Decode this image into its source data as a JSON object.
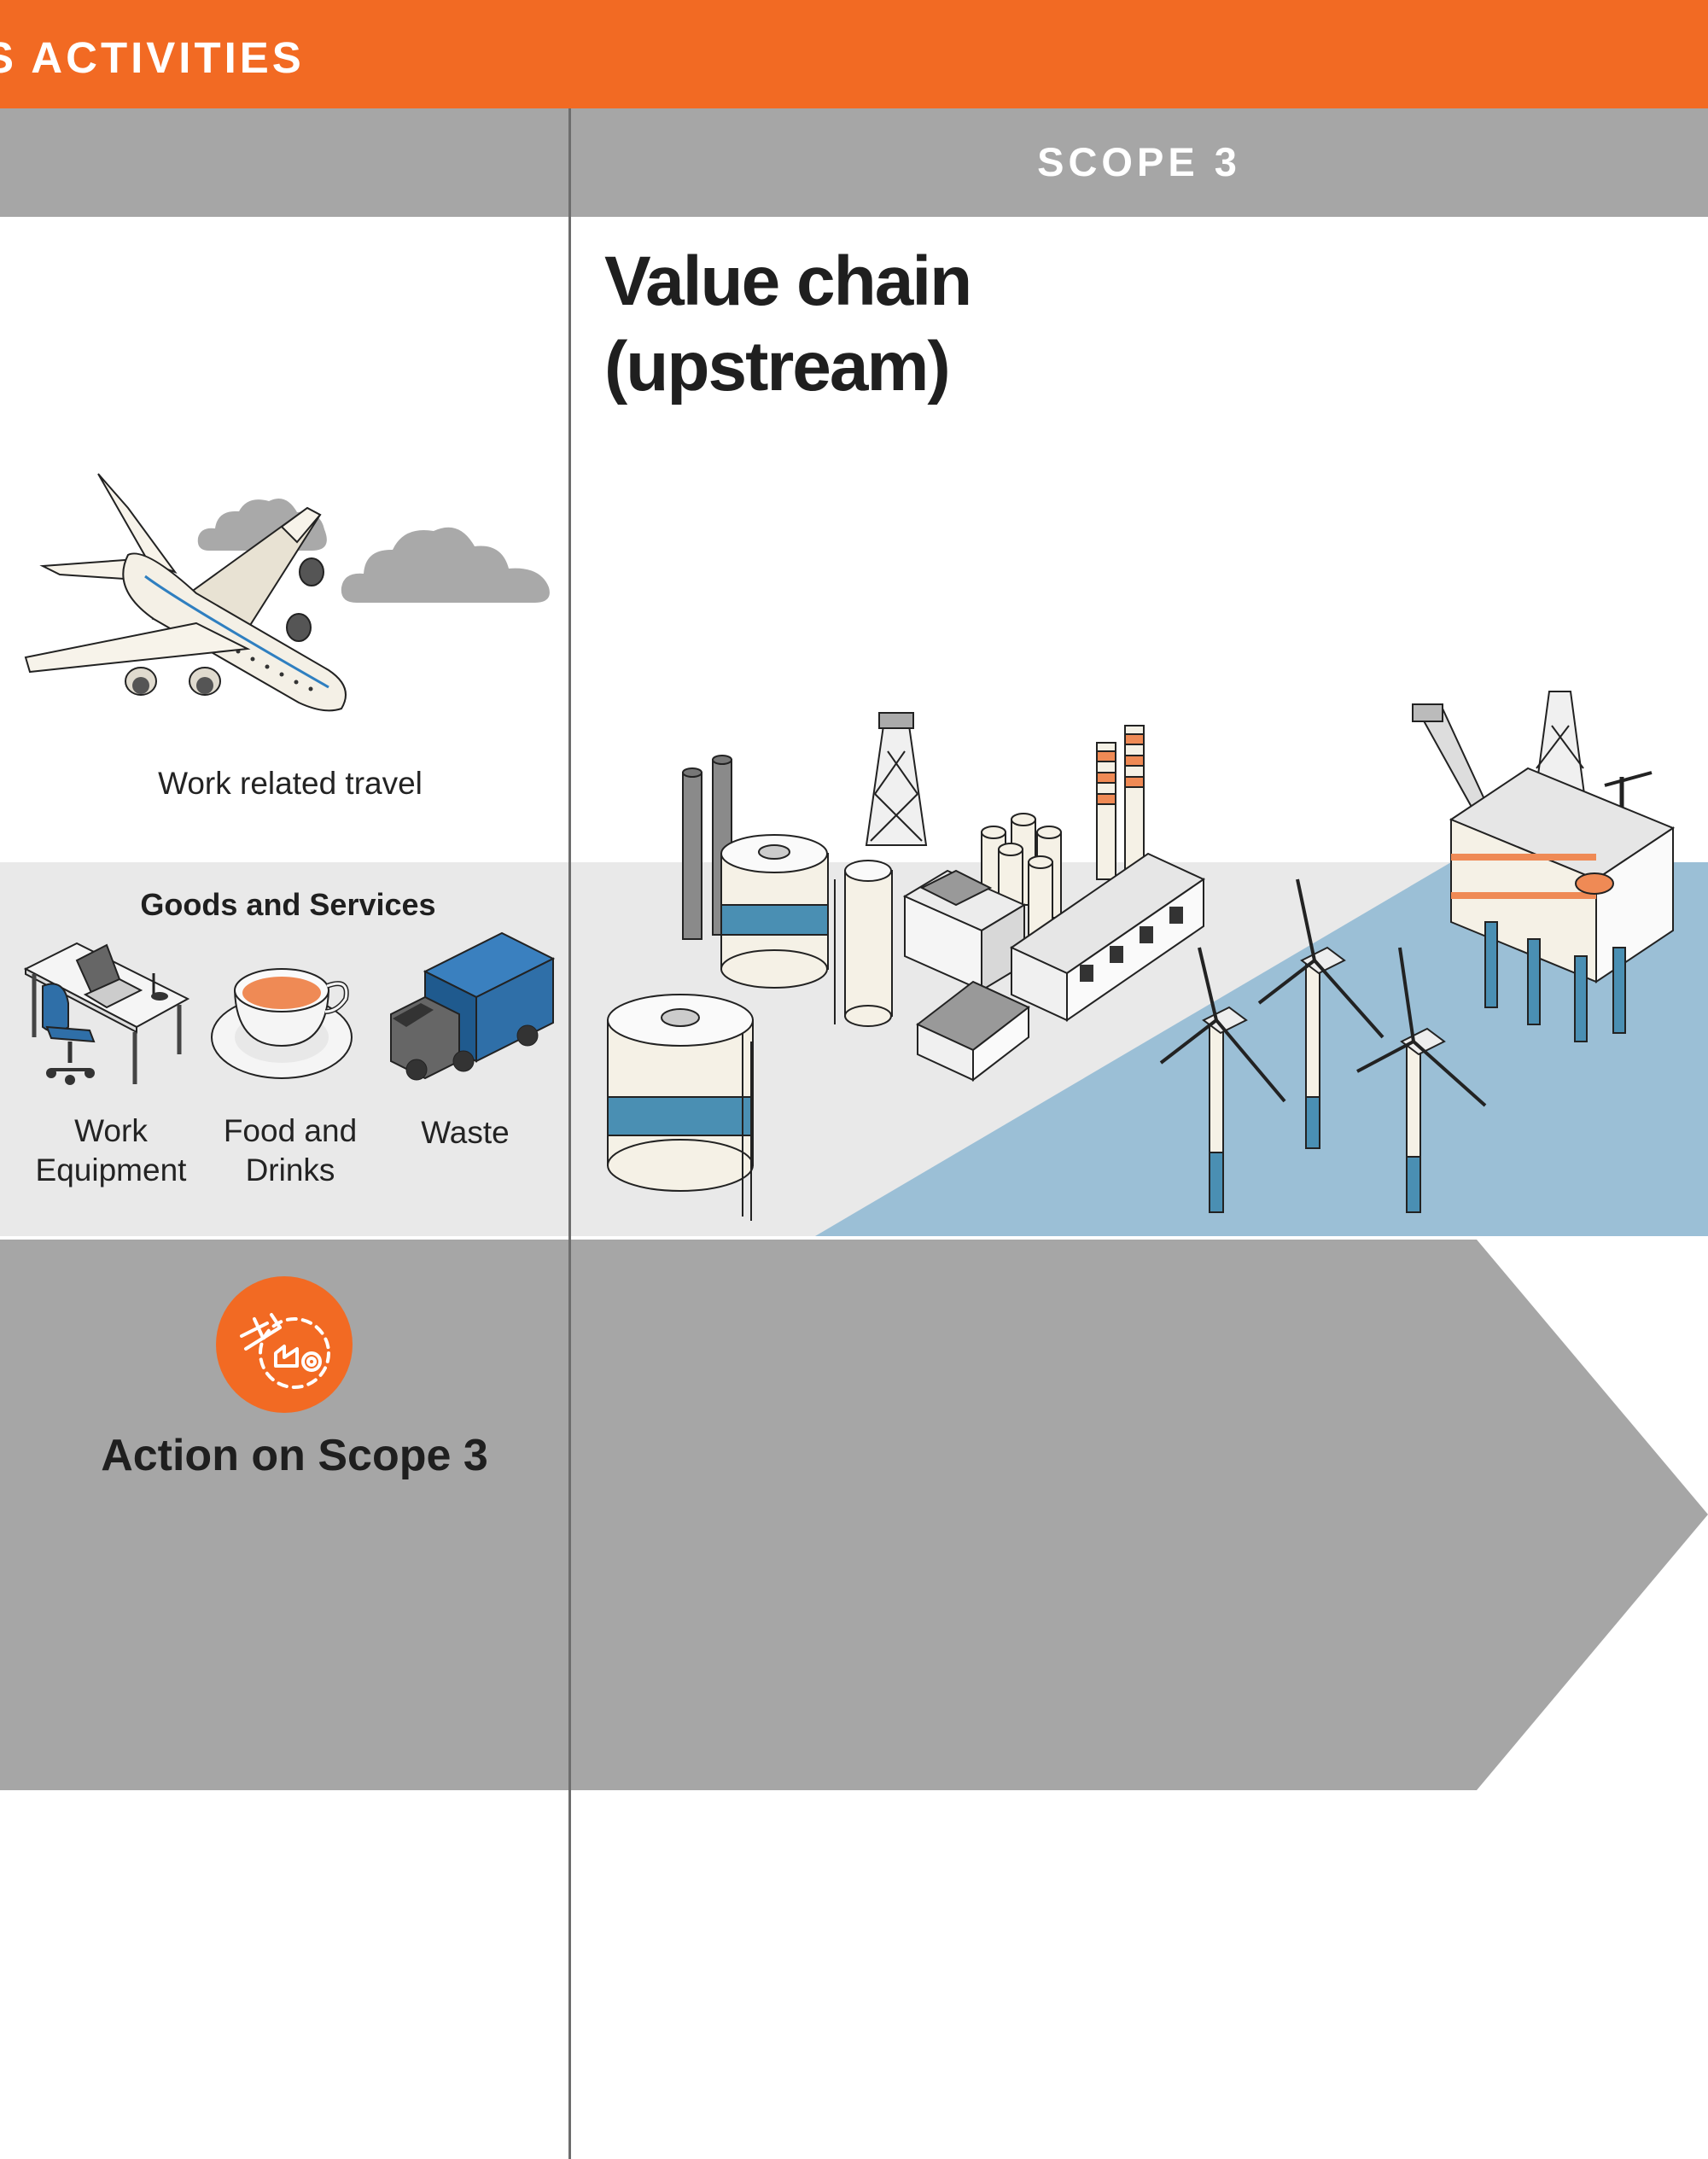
{
  "header": {
    "title": "S ACTIVITIES",
    "scope_label": "SCOPE 3"
  },
  "value_chain": {
    "title_line1": "Value chain",
    "title_line2": "(upstream)"
  },
  "travel": {
    "label": "Work related travel"
  },
  "goods_and_services": {
    "title": "Goods  and Services",
    "items": [
      {
        "label_line1": "Work",
        "label_line2": "Equipment"
      },
      {
        "label_line1": "Food and",
        "label_line2": "Drinks"
      },
      {
        "label_line1": "Waste",
        "label_line2": ""
      }
    ]
  },
  "action": {
    "title": "Action on Scope 3"
  },
  "colors": {
    "accent_orange": "#f26a23",
    "band_gray": "#a6a6a6",
    "light_gray": "#e9e9e9",
    "sea_blue": "#9bbfd6",
    "tank_blue": "#4a8fb3",
    "truck_blue": "#2f6fa8"
  },
  "icons": [
    "airplane-icon",
    "cloud-icon",
    "desk-icon",
    "teacup-icon",
    "truck-icon",
    "refinery-icon",
    "wind-turbine-icon",
    "offshore-platform-icon",
    "scope3-action-icon"
  ]
}
